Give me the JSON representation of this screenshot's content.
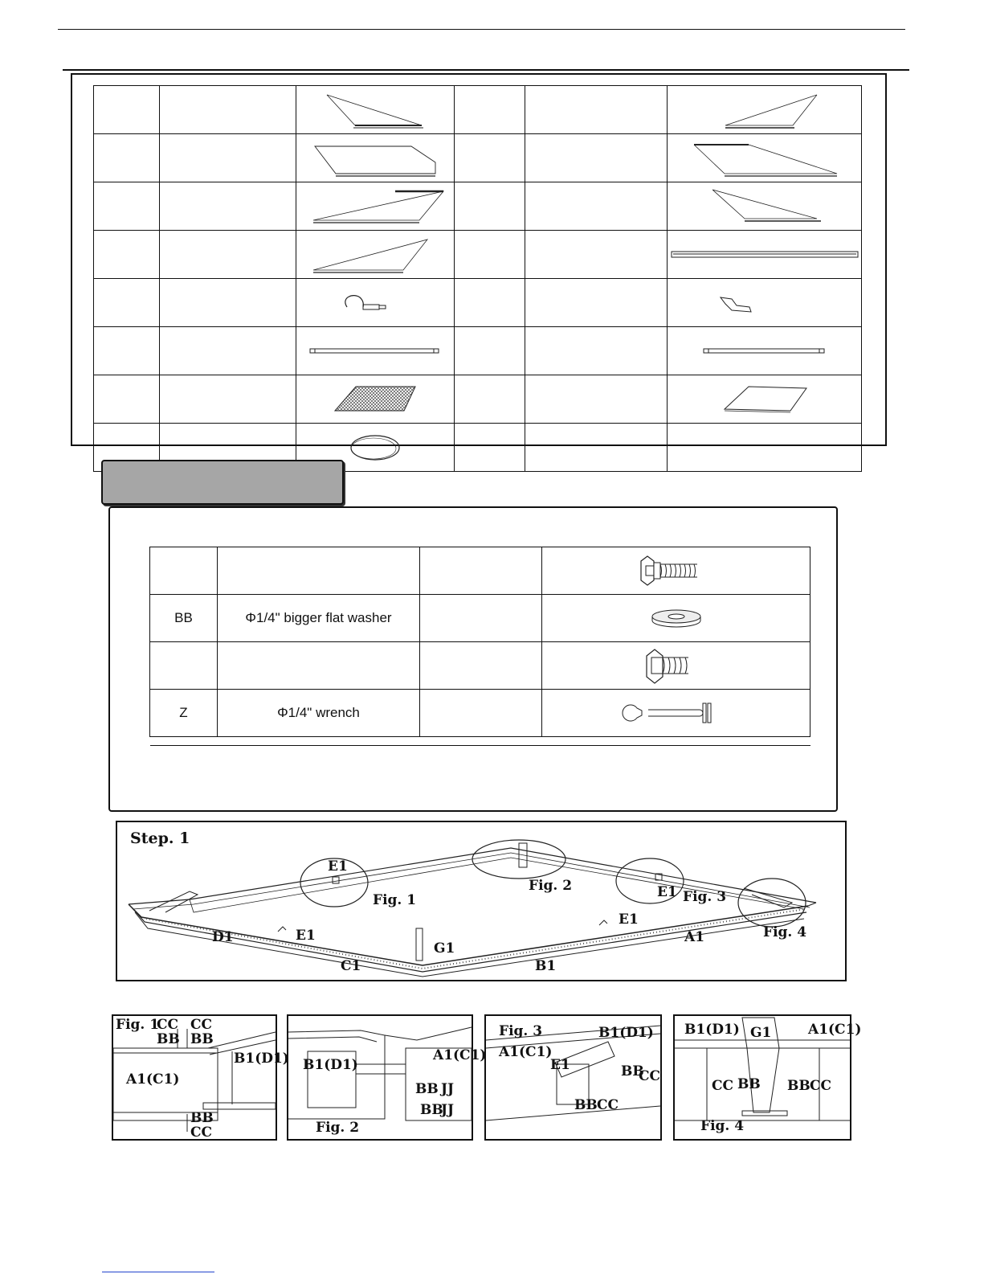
{
  "parts_rows": [
    {
      "left_pic": "triangle-panel-left",
      "right_pic": "triangle-panel-right"
    },
    {
      "left_pic": "trapezoid-panel",
      "right_pic": "triangle-panel-wide"
    },
    {
      "left_pic": "triangle-panel-long",
      "right_pic": "triangle-panel-right"
    },
    {
      "left_pic": "triangle-panel-long",
      "right_pic": "long-rail"
    },
    {
      "left_pic": "hook",
      "right_pic": "bracket-clip"
    },
    {
      "left_pic": "long-tube",
      "right_pic": "long-tube"
    },
    {
      "left_pic": "mesh-panel",
      "right_pic": "cover-panel"
    },
    {
      "left_pic": "coiled-cable",
      "right_pic": ""
    }
  ],
  "hardware": {
    "rows": [
      {
        "code": "",
        "desc": "",
        "qty": "",
        "icon": "hex-bolt-long-icon"
      },
      {
        "code": "BB",
        "desc": "Φ1/4\" bigger flat washer",
        "qty": "",
        "icon": "flat-washer-icon"
      },
      {
        "code": "",
        "desc": "",
        "qty": "",
        "icon": "hex-bolt-short-icon"
      },
      {
        "code": "Z",
        "desc": "Φ1/4\" wrench",
        "qty": "",
        "icon": "wrench-icon"
      }
    ]
  },
  "step1": {
    "title": "Step. 1",
    "labels": {
      "e1_a": "E1",
      "fig1": "Fig. 1",
      "fig2": "Fig. 2",
      "e1_b": "E1",
      "fig3": "Fig. 3",
      "e1_c": "E1",
      "a1": "A1",
      "fig4": "Fig. 4",
      "d1": "D1",
      "e1_d": "E1",
      "g1": "G1",
      "c1": "C1",
      "b1": "B1"
    }
  },
  "figures": {
    "fig1": {
      "title": "Fig. 1",
      "cc1": "CC",
      "cc2": "CC",
      "bb1": "BB",
      "bb2": "BB",
      "b1d1": "B1(D1)",
      "a1c1": "A1(C1)",
      "bb3": "BB",
      "cc3": "CC"
    },
    "fig2": {
      "title": "Fig. 2",
      "b1d1": "B1(D1)",
      "a1c1": "A1(C1)",
      "bb1": "BB",
      "jj1": "JJ",
      "bb2": "BB",
      "jj2": "JJ"
    },
    "fig3": {
      "title": "Fig. 3",
      "b1d1": "B1(D1)",
      "a1c1": "A1(C1)",
      "e1": "E1",
      "bb1": "BB",
      "cc1": "CC",
      "bb2": "BB",
      "cc2": "CC"
    },
    "fig4": {
      "title": "Fig. 4",
      "b1d1": "B1(D1)",
      "g1": "G1",
      "a1c1": "A1(C1)",
      "cc1": "CC",
      "bb1": "BB",
      "bb2": "BB",
      "cc2": "CC"
    }
  }
}
